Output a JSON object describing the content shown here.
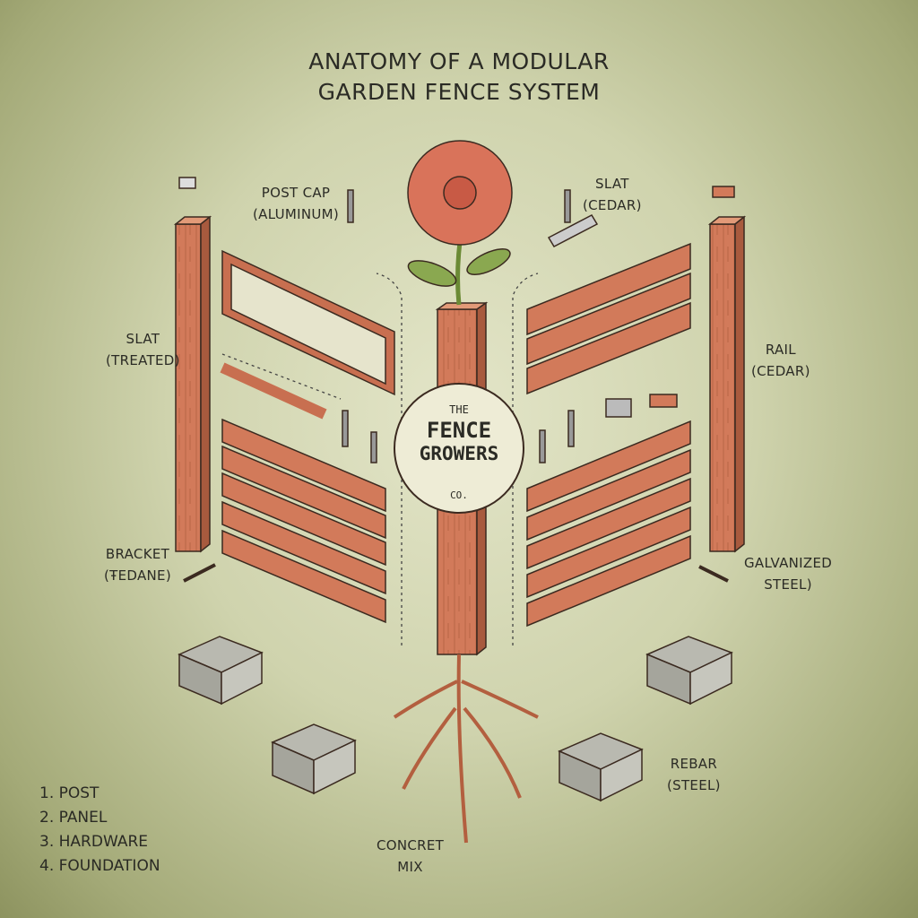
{
  "title": {
    "line1": "ANATOMY OF A MODULAR",
    "line2": "GARDEN FENCE SYSTEM"
  },
  "labels": {
    "post_cap": {
      "line1": "POST CAP",
      "line2": "(ALUMINUM)"
    },
    "slat_cedar": {
      "line1": "SLAT",
      "line2": "(CEDAR)"
    },
    "slat_treated": {
      "line1": "SLAT",
      "line2": "(TREATED)"
    },
    "rail_cedar": {
      "line1": "RAIL",
      "line2": "(CEDAR)"
    },
    "bracket": {
      "line1": "BRACKET",
      "line2": "(ŦEDANE)"
    },
    "galvanized": {
      "line1": "GALVANIZED",
      "line2": "STEEL)"
    },
    "rebar": {
      "line1": "REBAR",
      "line2": "(STEEL)"
    },
    "concrete": {
      "line1": "CONCRET",
      "line2": "MIX"
    }
  },
  "logo": {
    "line1": "THE",
    "line2": "FENCE",
    "line3": "GROWERS",
    "line4": "CO."
  },
  "legend": [
    "1. POST",
    "2. PANEL",
    "3. HARDWARE",
    "4. FOUNDATION"
  ],
  "colors": {
    "wood": "#d27a5a",
    "wood_dark": "#a85a3e",
    "concrete": "#b9b9b0",
    "leaf": "#7a9a45",
    "background": "#d6d9b8"
  }
}
